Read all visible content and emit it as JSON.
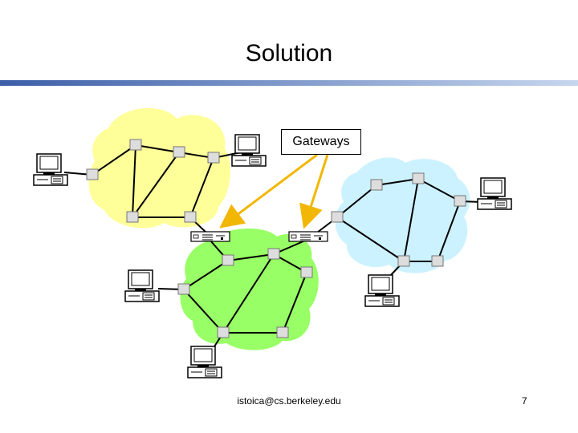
{
  "slide": {
    "title": "Solution",
    "callout_label": "Gateways",
    "footer_email": "istoica@cs.berkeley.edu",
    "page_number": "7"
  },
  "colors": {
    "title_bar_left": "#3b5ea8",
    "title_bar_right": "#c7d6ee",
    "cloud_yellow": "#ffff99",
    "cloud_blue": "#ccf2ff",
    "cloud_green": "#99ff66",
    "arrow": "#f2b705",
    "router_fill": "#dddddd"
  },
  "icons": {
    "computer": "desktop-computer-icon",
    "gateway": "gateway-router-icon",
    "router": "router-node-icon"
  }
}
